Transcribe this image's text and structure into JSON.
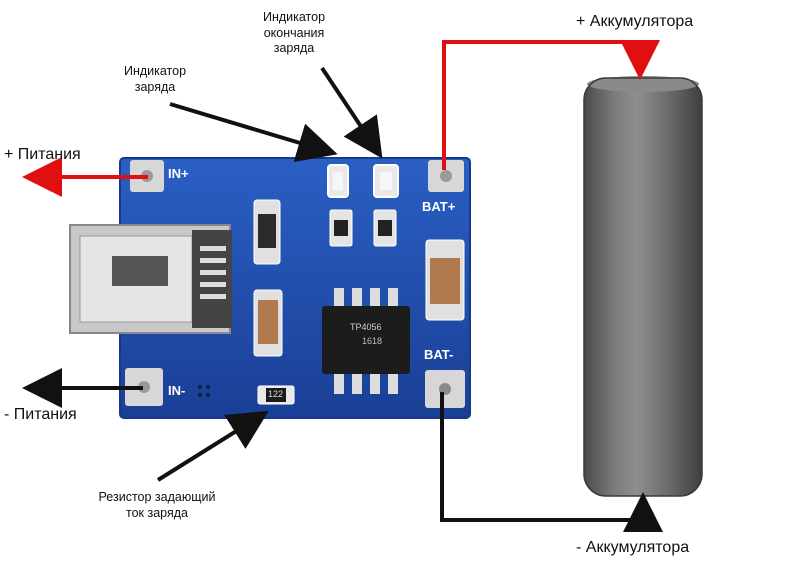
{
  "labels": {
    "power_plus": "+ Питания",
    "power_minus": "- Питания",
    "battery_plus": "+ Аккумулятора",
    "battery_minus": "- Аккумулятора",
    "charge_indicator": [
      "Индикатор",
      "заряда"
    ],
    "done_indicator": [
      "Индикатор",
      "окончания",
      "заряда"
    ],
    "resistor": [
      "Резистор задающий",
      "ток заряда"
    ]
  },
  "board": {
    "pad_in_plus": "IN+",
    "pad_in_minus": "IN-",
    "pad_bat_plus": "BAT+",
    "pad_bat_minus": "BAT-",
    "chip_marking": [
      "TP4056",
      "1618"
    ],
    "resistor_marking": "122"
  },
  "colors": {
    "positive_wire": "#e01010",
    "negative_wire": "#111111",
    "pcb": "#1f4fb0",
    "battery": "#6b6b6b"
  }
}
